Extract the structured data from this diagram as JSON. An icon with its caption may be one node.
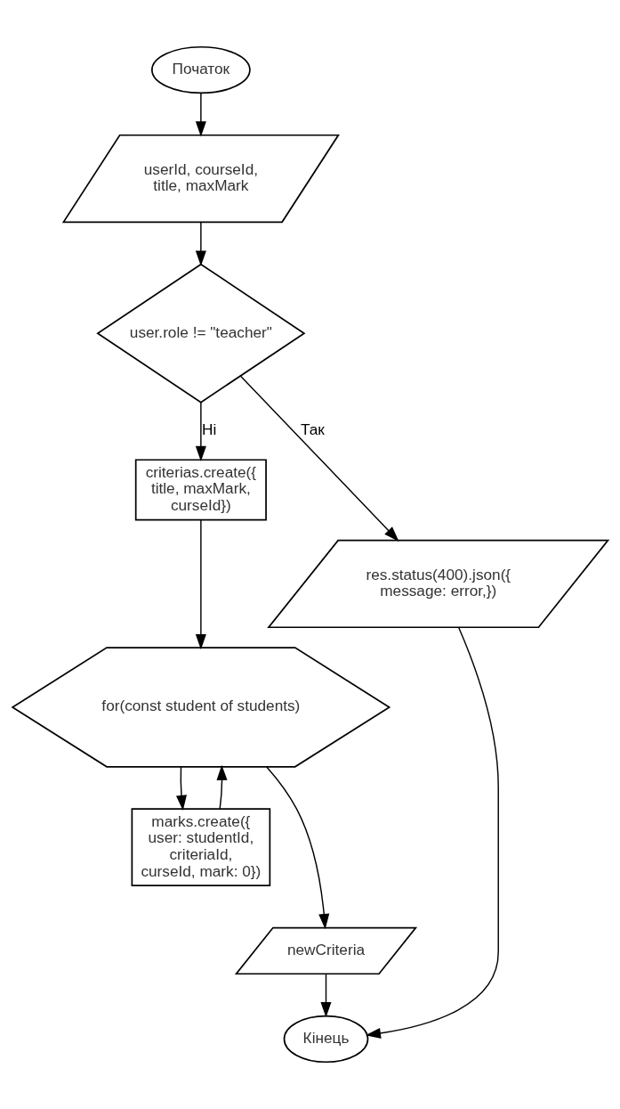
{
  "diagram": {
    "nodes": [
      {
        "text": [
          "Початок"
        ]
      },
      {
        "text": [
          "userId, courseId, title, maxMark"
        ]
      },
      {
        "text": [
          "user.role != \"teacher\""
        ]
      },
      {
        "text": [
          "criterias.create({ title, maxMark, curseId})"
        ]
      },
      {
        "text": [
          "res.status(400).json({ message: error,})"
        ]
      },
      {
        "text": [
          "for(const student of students)"
        ]
      },
      {
        "text": [
          "marks.create({ user: studentId, criteriaId, curseId, mark: 0})"
        ]
      },
      {
        "text": [
          "newCriteria"
        ]
      },
      {
        "text": [
          "Кінець"
        ]
      }
    ],
    "edges": [
      {
        "from": 0,
        "to": 1,
        "arrow": "to"
      },
      {
        "from": 1,
        "to": 2,
        "arrow": "to"
      },
      {
        "from": 2,
        "to": 4,
        "arrow": "to",
        "label": "Так"
      },
      {
        "from": 2,
        "to": 3,
        "arrow": "to",
        "label": "Ні"
      },
      {
        "from": 3,
        "to": 5,
        "arrow": "to"
      },
      {
        "from": 5,
        "to": 6,
        "arrow": "to"
      },
      {
        "from": 6,
        "to": 5,
        "arrow": "to"
      },
      {
        "from": 5,
        "to": 7,
        "arrow": "to"
      },
      {
        "from": 7,
        "to": 8,
        "arrow": "to"
      },
      {
        "from": 4,
        "to": 8,
        "arrow": "to"
      }
    ]
  }
}
